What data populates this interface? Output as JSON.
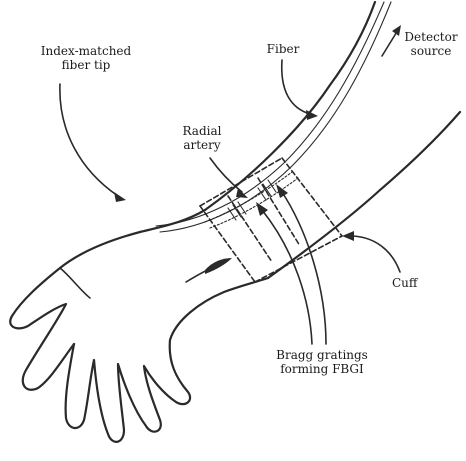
{
  "figure": {
    "labels": {
      "fiber_tip": [
        "Index-matched",
        "fiber tip"
      ],
      "fiber": "Fiber",
      "detector_source": [
        "Detector",
        "source"
      ],
      "radial_artery": [
        "Radial",
        "artery"
      ],
      "cuff": "Cuff",
      "bragg_gratings": [
        "Bragg gratings",
        "forming FBGI"
      ]
    },
    "colors": {
      "ink": "#2a2a2a",
      "background": "#ffffff"
    }
  }
}
